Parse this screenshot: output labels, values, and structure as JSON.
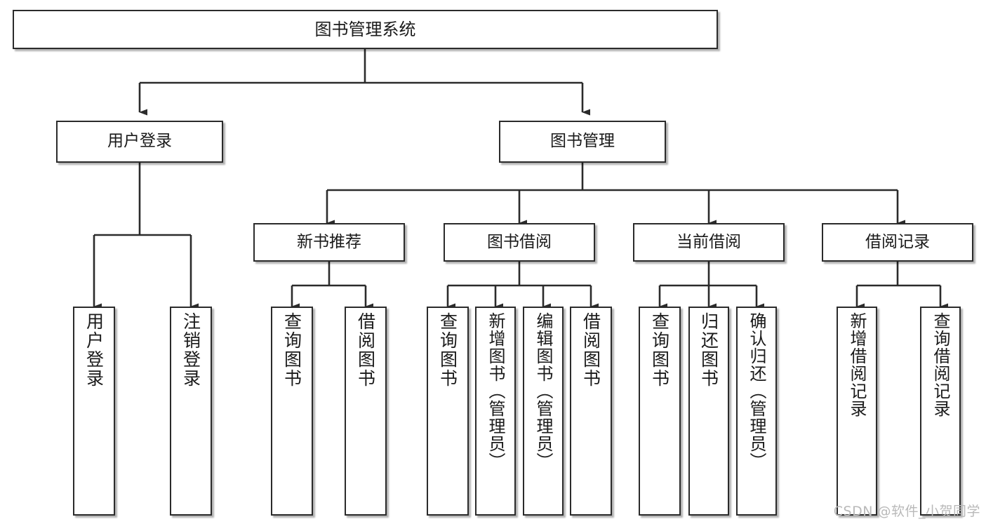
{
  "diagram": {
    "title": "图书管理系统",
    "type": "hierarchy-tree",
    "watermark": "CSDN @软件_小贺同学",
    "colors": {
      "box_border": "#2b2b2b",
      "box_fill": "#ffffff",
      "connector": "#2b2b2b",
      "text": "#1a1a1a",
      "watermark": "#b9b9b9"
    }
  },
  "nodes": {
    "root": {
      "label": "图书管理系统",
      "level": 0
    },
    "level1": [
      {
        "id": "user-login",
        "label": "用户登录"
      },
      {
        "id": "book-manage",
        "label": "图书管理"
      }
    ],
    "level2": [
      {
        "id": "new-book-recommend",
        "label": "新书推荐",
        "parent": "book-manage"
      },
      {
        "id": "book-borrow",
        "label": "图书借阅",
        "parent": "book-manage"
      },
      {
        "id": "current-borrow",
        "label": "当前借阅",
        "parent": "book-manage"
      },
      {
        "id": "borrow-record",
        "label": "借阅记录",
        "parent": "book-manage"
      }
    ],
    "leaves": [
      {
        "id": "leaf-user-login",
        "label": "用户登录",
        "parent": "user-login"
      },
      {
        "id": "leaf-logout-login",
        "label": "注销登录",
        "parent": "user-login"
      },
      {
        "id": "leaf-query-book-1",
        "label": "查询图书",
        "parent": "new-book-recommend"
      },
      {
        "id": "leaf-borrow-book-1",
        "label": "借阅图书",
        "parent": "new-book-recommend"
      },
      {
        "id": "leaf-query-book-2",
        "label": "查询图书",
        "parent": "book-borrow"
      },
      {
        "id": "leaf-add-book",
        "label": "新增图书（管理员）",
        "parent": "book-borrow"
      },
      {
        "id": "leaf-edit-book",
        "label": "编辑图书（管理员）",
        "parent": "book-borrow"
      },
      {
        "id": "leaf-borrow-book-2",
        "label": "借阅图书",
        "parent": "book-borrow"
      },
      {
        "id": "leaf-query-book-3",
        "label": "查询图书",
        "parent": "current-borrow"
      },
      {
        "id": "leaf-return-book",
        "label": "归还图书",
        "parent": "current-borrow"
      },
      {
        "id": "leaf-confirm-return",
        "label": "确认归还（管理员）",
        "parent": "current-borrow"
      },
      {
        "id": "leaf-add-record",
        "label": "新增借阅记录",
        "parent": "borrow-record"
      },
      {
        "id": "leaf-query-record",
        "label": "查询借阅记录",
        "parent": "borrow-record"
      }
    ]
  }
}
